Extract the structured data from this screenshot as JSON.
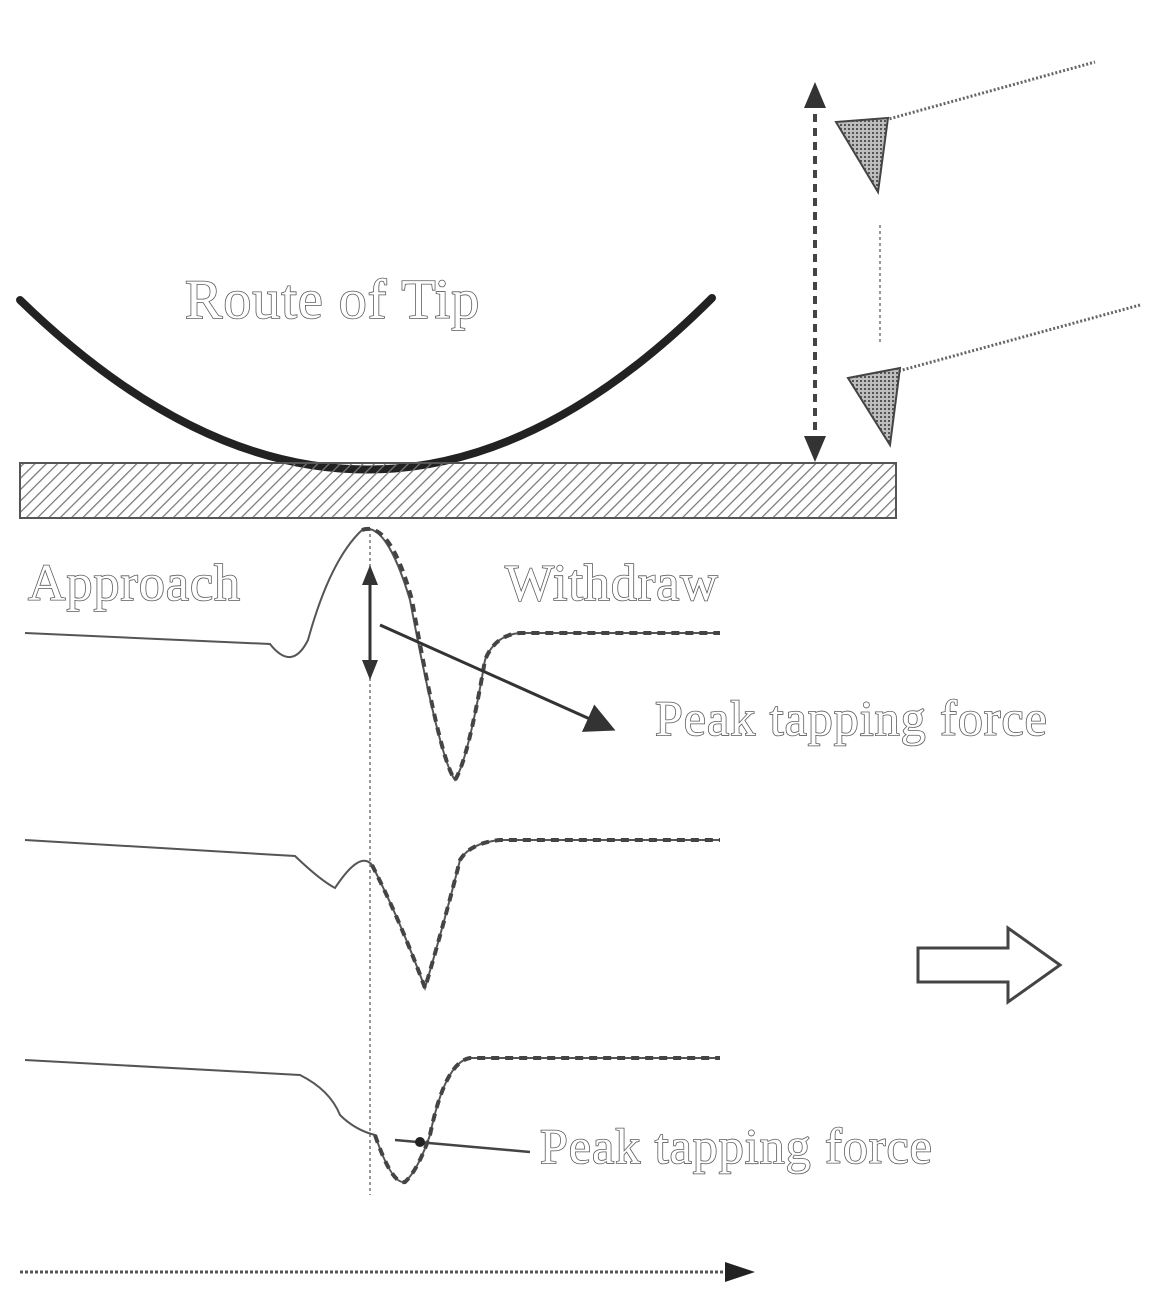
{
  "labels": {
    "route_of_tip": "Route of Tip",
    "approach": "Approach",
    "withdraw": "Withdraw",
    "peak_tapping_force_1": "Peak tapping force",
    "peak_tapping_force_2": "Peak tapping force"
  },
  "colors": {
    "line": "#222222",
    "hatch": "#666666",
    "tip_fill": "#8a8a8a",
    "background": "#ffffff"
  },
  "icons": {
    "right_arrow": "hollow-right-arrow-icon",
    "tip": "cantilever-tip-icon"
  }
}
